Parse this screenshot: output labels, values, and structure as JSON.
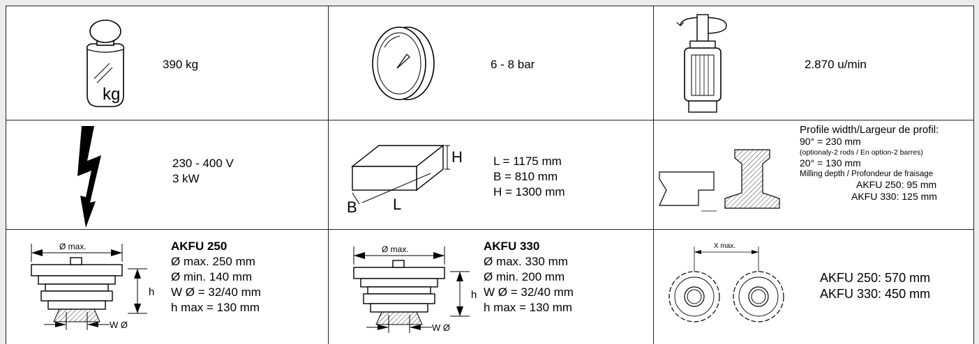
{
  "row1": {
    "weight": {
      "icon": "weight-icon",
      "icon_label": "kg",
      "value": "390 kg"
    },
    "pressure": {
      "icon": "pressure-gauge-icon",
      "value": "6 - 8 bar"
    },
    "speed": {
      "icon": "motor-rotation-icon",
      "value": "2.870 u/min"
    }
  },
  "row2": {
    "power": {
      "icon": "lightning-icon",
      "voltage": "230 - 400 V",
      "power": "3 kW"
    },
    "dimensions": {
      "icon": "box-dimensions-icon",
      "icon_labels": {
        "h": "H",
        "b": "B",
        "l": "L"
      },
      "l": "L = 1175 mm",
      "b": "B = 810 mm",
      "h": "H = 1300 mm"
    },
    "profile": {
      "icon": "profile-milling-icon",
      "lines": [
        "Profile width/Largeur de profil:",
        "90° = 230 mm",
        "(optionaly-2 rods / En option-2 barres)",
        "20° = 130 mm",
        "Milling depth / Profondeur de fraisage",
        "AKFU 250: 95 mm",
        "AKFU 330: 125 mm"
      ]
    }
  },
  "row3": {
    "akfu250": {
      "icon": "cutter-head-icon",
      "icon_labels": {
        "diam": "Ø max.",
        "h": "h",
        "w": "W Ø"
      },
      "title": "AKFU 250",
      "lines": [
        "Ø max. 250 mm",
        "Ø min. 140 mm",
        "W Ø = 32/40 mm",
        "h max = 130 mm"
      ]
    },
    "akfu330": {
      "icon": "cutter-head-icon",
      "icon_labels": {
        "diam": "Ø max.",
        "h": "h",
        "w": "W Ø"
      },
      "title": "AKFU 330",
      "lines": [
        "Ø max. 330 mm",
        "Ø min. 200 mm",
        "W Ø = 32/40 mm",
        "h max = 130 mm"
      ]
    },
    "spacing": {
      "icon": "saw-blades-icon",
      "icon_label": "X max.",
      "lines": [
        "AKFU 250: 570 mm",
        "AKFU 330: 450 mm"
      ]
    }
  }
}
